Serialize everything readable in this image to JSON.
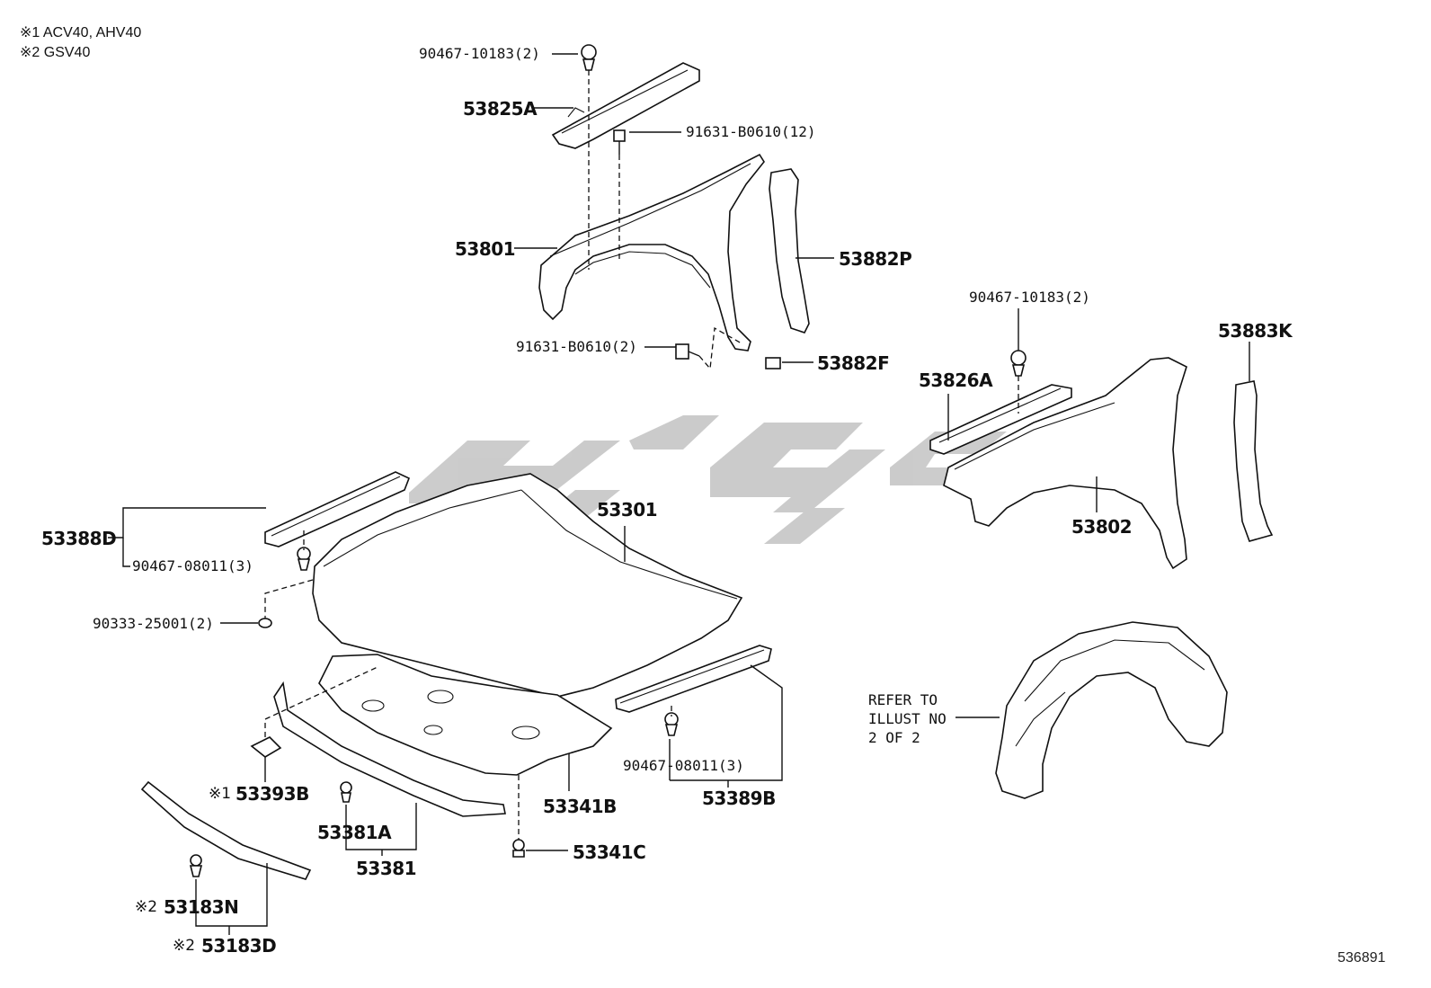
{
  "legend": [
    {
      "mark": "※1",
      "text": "ACV40, AHV40"
    },
    {
      "mark": "※2",
      "text": "GSV40"
    }
  ],
  "parts": {
    "p90467_10183_a": "90467-10183(2)",
    "p53825A": "53825A",
    "p91631_B0610_12": "91631-B0610(12)",
    "p53801": "53801",
    "p53882P": "53882P",
    "p91631_B0610_2": "91631-B0610(2)",
    "p53882F": "53882F",
    "p90467_10183_b": "90467-10183(2)",
    "p53883K": "53883K",
    "p53826A": "53826A",
    "p53802": "53802",
    "p53388D": "53388D",
    "p90467_08011_a": "90467-08011(3)",
    "p53301": "53301",
    "p90333_25001": "90333-25001(2)",
    "p53393B": "53393B",
    "p53381A": "53381A",
    "p53381": "53381",
    "p53341B": "53341B",
    "p90467_08011_b": "90467-08011(3)",
    "p53389B": "53389B",
    "p53341C": "53341C",
    "p53183N": "53183N",
    "p53183D": "53183D"
  },
  "marks": {
    "m1": "※1",
    "m2a": "※2",
    "m2b": "※2"
  },
  "refer_note": "REFER TO\nILLUST NO\n2 OF 2",
  "figure_number": "536891",
  "colors": {
    "line": "#111111",
    "watermark": "#c8c8c8"
  }
}
